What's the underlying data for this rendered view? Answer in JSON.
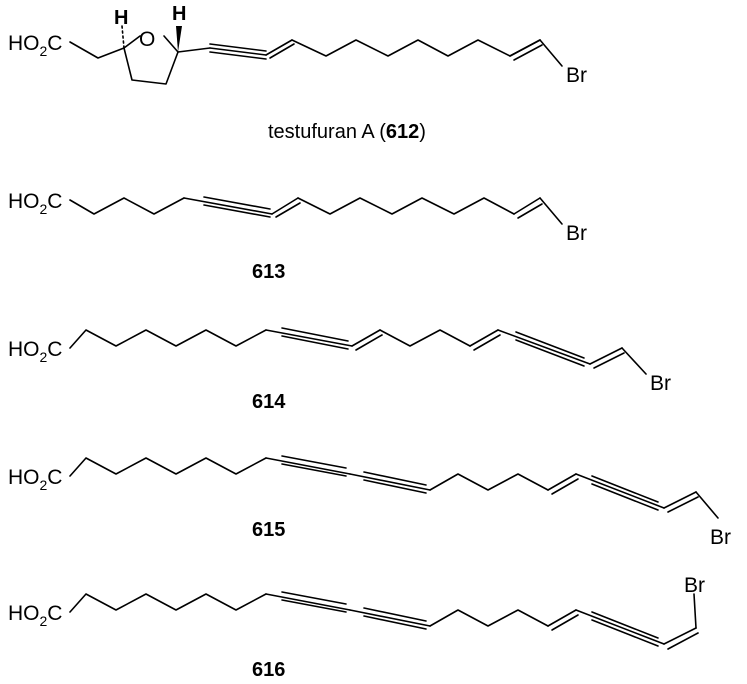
{
  "compounds": [
    {
      "group_label": "HO2C",
      "end_label": "Br",
      "ring_labels": {
        "oxygen": "O",
        "hydrogen_left": "H",
        "hydrogen_right": "H"
      },
      "caption_name": "testufuran A (",
      "caption_number": "612",
      "caption_close": ")"
    },
    {
      "group_label": "HO2C",
      "end_label": "Br",
      "caption_number": "613"
    },
    {
      "group_label": "HO2C",
      "end_label": "Br",
      "caption_number": "614"
    },
    {
      "group_label": "HO2C",
      "end_label": "Br",
      "caption_number": "615"
    },
    {
      "group_label": "HO2C",
      "end_label": "Br",
      "caption_number": "616"
    }
  ]
}
